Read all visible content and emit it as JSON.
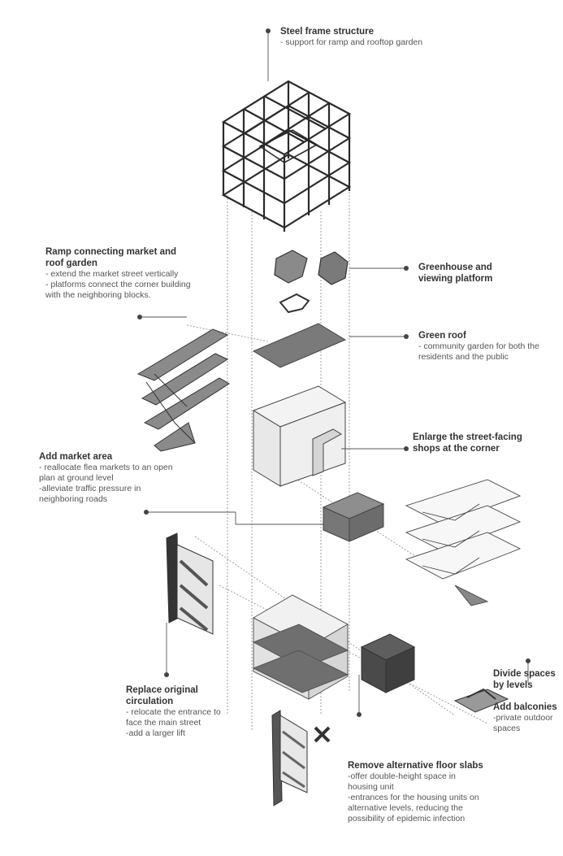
{
  "annotations": {
    "steel_frame": {
      "title": "Steel frame structure",
      "desc": "- support for ramp and rooftop garden"
    },
    "ramp": {
      "title": "Ramp connecting market and roof garden",
      "desc": "- extend the market street vertically\n- platforms connect the corner building with the neighboring blocks."
    },
    "greenhouse": {
      "title": "Greenhouse and viewing platform",
      "desc": ""
    },
    "green_roof": {
      "title": "Green roof",
      "desc": "- community garden for both the residents and the public"
    },
    "street_shops": {
      "title": "Enlarge the street-facing shops at the corner",
      "desc": ""
    },
    "market_area": {
      "title": "Add market area",
      "desc": "- reallocate flea markets to an open plan at ground level\n-alleviate traffic pressure in neighboring roads"
    },
    "divide_spaces": {
      "title": "Divide spaces by levels",
      "desc": ""
    },
    "balconies": {
      "title": "Add balconies",
      "desc": "-private outdoor spaces"
    },
    "circulation": {
      "title": "Replace original circulation",
      "desc": "- relocate the entrance to face the main street\n-add a larger lift"
    },
    "floor_slabs": {
      "title": "Remove alternative floor slabs",
      "desc": "-offer double-height space in housing unit\n-entrances for the housing units on alternative levels, reducing the possibility of epidemic infection"
    }
  },
  "colors": {
    "ink": "#333333",
    "slab": "#7a7a7a",
    "slab_dark": "#666666",
    "frame": "#2a2a2a",
    "leader": "#555555"
  }
}
